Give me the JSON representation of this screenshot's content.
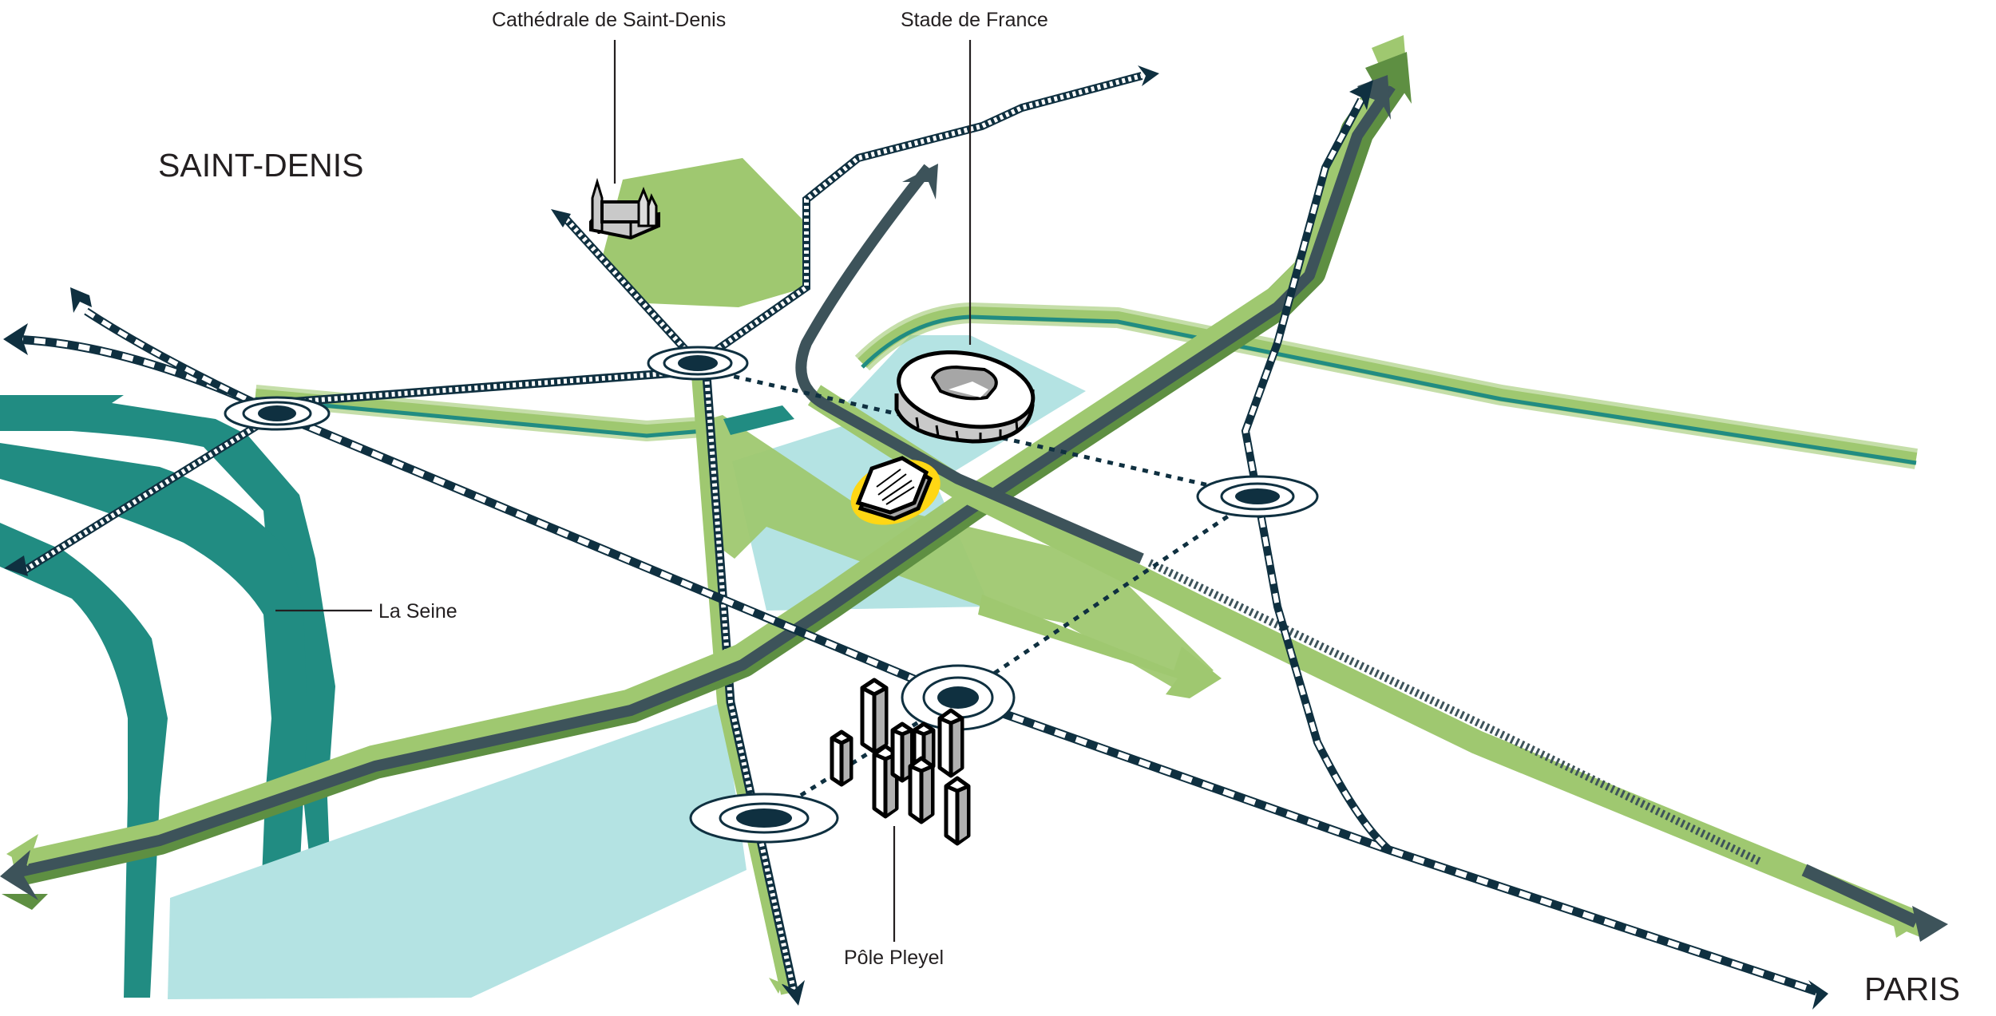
{
  "map": {
    "title": "Saint-Denis / Plaine Saint-Denis urban connections diagram",
    "labels": {
      "cathedral": "Cathédrale de Saint-Denis",
      "stadium": "Stade de France",
      "city_north": "SAINT-DENIS",
      "river": "La Seine",
      "hub": "Pôle Pleyel",
      "city_south": "PARIS"
    },
    "colors": {
      "river": "#218c82",
      "green_space": "#9fc870",
      "green_dark": "#5e8f42",
      "water_zone": "#b4e3e3",
      "road": "#3d535a",
      "rail": "#0f3040",
      "highlight": "#ffd714"
    },
    "stations": [
      {
        "name": "station-west"
      },
      {
        "name": "station-saint-denis"
      },
      {
        "name": "station-east"
      },
      {
        "name": "station-pleyel"
      },
      {
        "name": "station-south"
      }
    ],
    "landmark_icons": [
      "cathedral-icon",
      "stadium-icon",
      "highlighted-building-icon",
      "towers-icon"
    ]
  }
}
